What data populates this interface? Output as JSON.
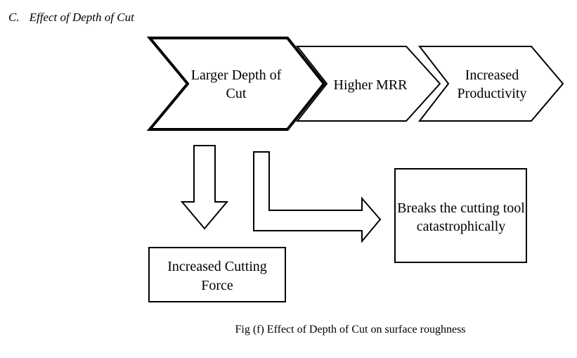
{
  "heading": {
    "number": "C.",
    "title": "Effect of Depth of Cut"
  },
  "diagram": {
    "chevron_1": {
      "line1": "Larger Depth of",
      "line2": "Cut"
    },
    "chevron_2": {
      "line1": "Higher MRR"
    },
    "chevron_3": {
      "line1": "Increased",
      "line2": "Productivity"
    },
    "box_force": {
      "line1": "Increased Cutting",
      "line2": "Force"
    },
    "box_tool": {
      "line1": "Breaks the cutting tool",
      "line2": "catastrophically"
    },
    "stroke_color": "#000000"
  },
  "caption": "Fig (f) Effect of Depth of Cut on surface roughness"
}
